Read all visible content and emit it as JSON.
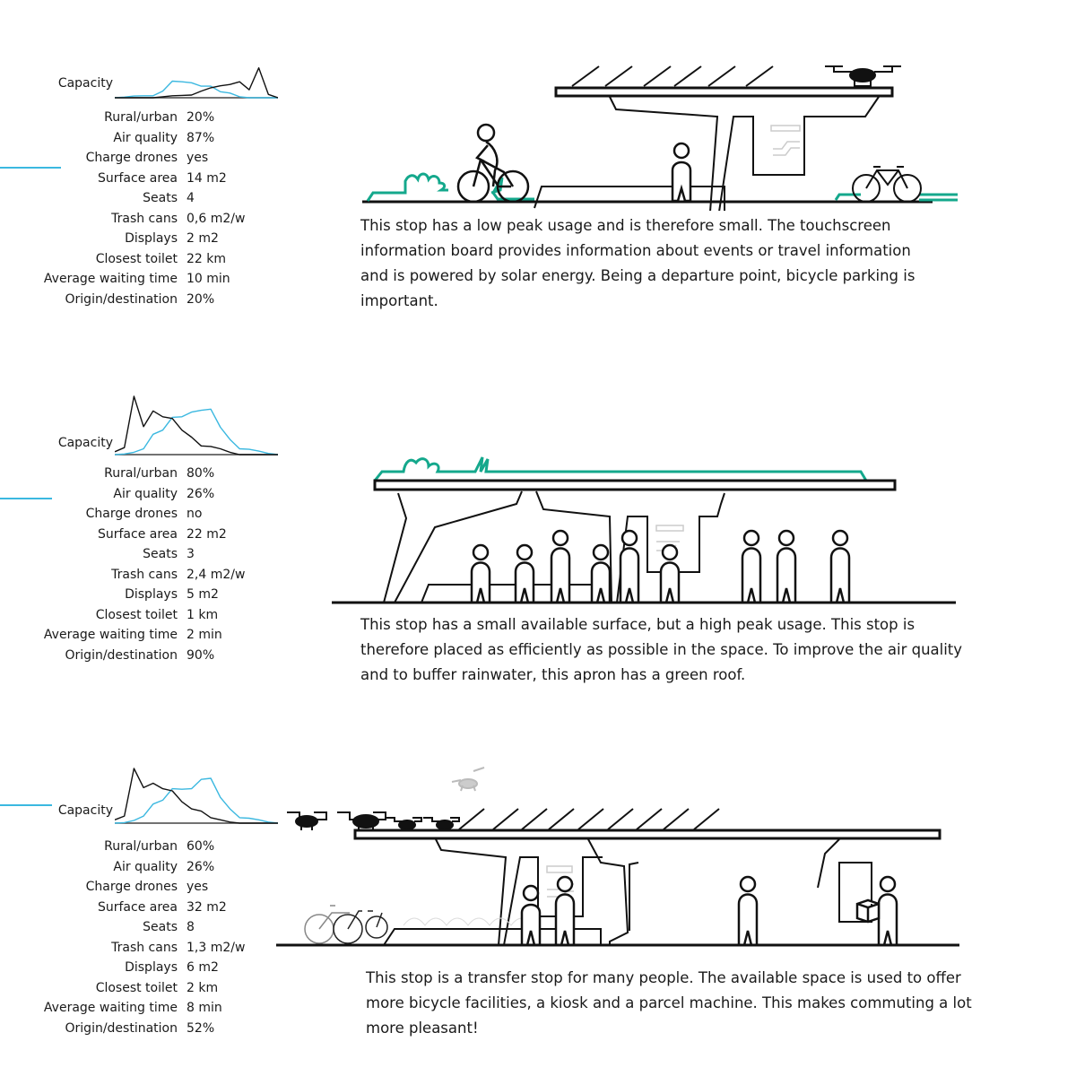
{
  "colors": {
    "accent_blue": "#3bb8e0",
    "green_roof": "#14a88c",
    "ink": "#111111",
    "faint": "#cccccc"
  },
  "stops": [
    {
      "capacity_label": "Capacity",
      "stats": [
        {
          "key": "Rural/urban",
          "value": "20%"
        },
        {
          "key": "Air quality",
          "value": "87%"
        },
        {
          "key": "Charge drones",
          "value": "yes"
        },
        {
          "key": "Surface area",
          "value": "14 m2"
        },
        {
          "key": "Seats",
          "value": "4"
        },
        {
          "key": "Trash cans",
          "value": "0,6 m2/w"
        },
        {
          "key": "Displays",
          "value": "2 m2"
        },
        {
          "key": "Closest toilet",
          "value": "22 km"
        },
        {
          "key": "Average waiting time",
          "value": "10 min"
        },
        {
          "key": "Origin/destination",
          "value": "20%"
        }
      ],
      "description": "This stop has a low peak usage and is therefore small. The touchscreen information board provides information about events or travel information and is powered by solar energy. Being a departure point, bicycle parking is important.",
      "illustration": "stop-small-solar-roof-bicycles"
    },
    {
      "capacity_label": "Capacity",
      "stats": [
        {
          "key": "Rural/urban",
          "value": "80%"
        },
        {
          "key": "Air quality",
          "value": "26%"
        },
        {
          "key": "Charge drones",
          "value": "no"
        },
        {
          "key": "Surface area",
          "value": "22 m2"
        },
        {
          "key": "Seats",
          "value": "3"
        },
        {
          "key": "Trash cans",
          "value": "2,4 m2/w"
        },
        {
          "key": "Displays",
          "value": "5 m2"
        },
        {
          "key": "Closest toilet",
          "value": "1 km"
        },
        {
          "key": "Average waiting time",
          "value": "2 min"
        },
        {
          "key": "Origin/destination",
          "value": "90%"
        }
      ],
      "description": "This stop has a small available surface, but a high peak usage. This stop is therefore placed as efficiently as possible in the space. To improve the air quality and to buffer rainwater, this apron has a green roof.",
      "illustration": "stop-green-roof-crowded"
    },
    {
      "capacity_label": "Capacity",
      "stats": [
        {
          "key": "Rural/urban",
          "value": "60%"
        },
        {
          "key": "Air quality",
          "value": "26%"
        },
        {
          "key": "Charge drones",
          "value": "yes"
        },
        {
          "key": "Surface area",
          "value": "32 m2"
        },
        {
          "key": "Seats",
          "value": "8"
        },
        {
          "key": "Trash cans",
          "value": "1,3 m2/w"
        },
        {
          "key": "Displays",
          "value": "6 m2"
        },
        {
          "key": "Closest toilet",
          "value": "2 km"
        },
        {
          "key": "Average waiting time",
          "value": "8 min"
        },
        {
          "key": "Origin/destination",
          "value": "52%"
        }
      ],
      "description": "This stop is a transfer stop for many people. The available space is used to offer more bicycle facilities, a kiosk and a parcel machine. This makes commuting a lot more pleasant!",
      "illustration": "stop-transfer-drones-kiosk-parcel"
    }
  ],
  "chart_data": [
    {
      "type": "line",
      "title": "Capacity",
      "xlabel": "",
      "ylabel": "",
      "ylim": [
        0,
        10
      ],
      "grid": false,
      "series": [
        {
          "name": "blue",
          "color": "#3bb8e0",
          "values": [
            0,
            0.2,
            0.5,
            0.6,
            0.6,
            2,
            5,
            4.8,
            4.5,
            3.5,
            3.5,
            1.8,
            1.4,
            0.3,
            0,
            0,
            0,
            0
          ]
        },
        {
          "name": "black",
          "color": "#111111",
          "values": [
            0,
            0,
            0,
            0,
            0,
            0.3,
            0.6,
            0.7,
            0.8,
            2,
            3,
            3.6,
            4,
            4.8,
            2.4,
            9,
            1,
            0
          ]
        }
      ]
    },
    {
      "type": "line",
      "title": "Capacity",
      "xlabel": "",
      "ylabel": "",
      "ylim": [
        0,
        10
      ],
      "grid": false,
      "series": [
        {
          "name": "blue",
          "color": "#3bb8e0",
          "values": [
            0,
            0.1,
            0.4,
            1,
            3.5,
            4.2,
            6.4,
            6.5,
            7.3,
            7.6,
            7.8,
            4.7,
            2.6,
            1,
            0.9,
            0.6,
            0.2,
            0
          ]
        },
        {
          "name": "black",
          "color": "#111111",
          "values": [
            0.5,
            1.2,
            10,
            4.8,
            7.5,
            6.5,
            6.2,
            4.2,
            3,
            1.5,
            1.4,
            1,
            0.4,
            0,
            0,
            0,
            0,
            0
          ]
        }
      ]
    },
    {
      "type": "line",
      "title": "Capacity",
      "xlabel": "",
      "ylabel": "",
      "ylim": [
        0,
        10
      ],
      "grid": false,
      "series": [
        {
          "name": "blue",
          "color": "#3bb8e0",
          "values": [
            0,
            0.1,
            0.5,
            1.3,
            3.5,
            4.2,
            6.3,
            6.2,
            6.3,
            8,
            8.2,
            4.7,
            2.6,
            1,
            0.9,
            0.6,
            0.2,
            0
          ]
        },
        {
          "name": "black",
          "color": "#111111",
          "values": [
            0.6,
            1.3,
            10,
            6.5,
            7.3,
            6.3,
            5.9,
            3.9,
            2.6,
            2.2,
            1,
            0.6,
            0.2,
            0,
            0,
            0,
            0,
            0
          ]
        }
      ]
    }
  ]
}
